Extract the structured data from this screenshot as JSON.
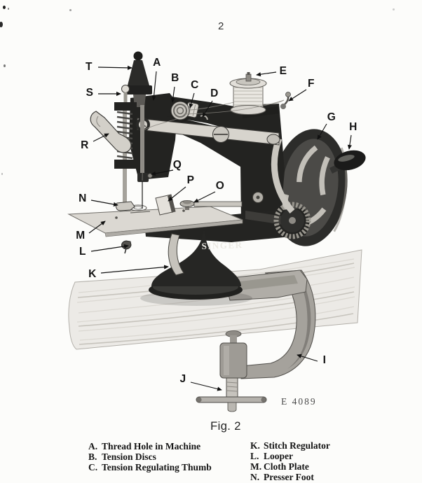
{
  "page": {
    "number": "2"
  },
  "figure": {
    "brand": "SINGER",
    "code": "E 4089",
    "caption": "Fig. 2"
  },
  "callouts": [
    {
      "letter": "T",
      "label": [
        127,
        96
      ],
      "from": [
        140,
        96
      ],
      "to": [
        188,
        97
      ]
    },
    {
      "letter": "S",
      "label": [
        128,
        133
      ],
      "from": [
        140,
        134
      ],
      "to": [
        172,
        134
      ]
    },
    {
      "letter": "A",
      "label": [
        224,
        90
      ],
      "from": [
        223,
        102
      ],
      "to": [
        219,
        143
      ]
    },
    {
      "letter": "B",
      "label": [
        250,
        112
      ],
      "from": [
        249,
        124
      ],
      "to": [
        246,
        146
      ]
    },
    {
      "letter": "C",
      "label": [
        278,
        122
      ],
      "from": [
        277,
        133
      ],
      "to": [
        271,
        154
      ]
    },
    {
      "letter": "D",
      "label": [
        306,
        134
      ],
      "from": [
        303,
        144
      ],
      "to": [
        289,
        167
      ]
    },
    {
      "letter": "E",
      "label": [
        404,
        102
      ],
      "from": [
        394,
        103
      ],
      "to": [
        366,
        107
      ]
    },
    {
      "letter": "F",
      "label": [
        444,
        120
      ],
      "from": [
        437,
        128
      ],
      "to": [
        412,
        144
      ]
    },
    {
      "letter": "G",
      "label": [
        473,
        168
      ],
      "from": [
        466,
        177
      ],
      "to": [
        453,
        199
      ]
    },
    {
      "letter": "H",
      "label": [
        504,
        182
      ],
      "from": [
        501,
        193
      ],
      "to": [
        498,
        213
      ]
    },
    {
      "letter": "R",
      "label": [
        121,
        208
      ],
      "from": [
        133,
        202
      ],
      "to": [
        155,
        191
      ]
    },
    {
      "letter": "Q",
      "label": [
        253,
        236
      ],
      "from": [
        247,
        243
      ],
      "to": [
        216,
        249
      ]
    },
    {
      "letter": "P",
      "label": [
        272,
        258
      ],
      "from": [
        265,
        267
      ],
      "to": [
        240,
        287
      ]
    },
    {
      "letter": "O",
      "label": [
        314,
        266
      ],
      "from": [
        307,
        274
      ],
      "to": [
        277,
        289
      ]
    },
    {
      "letter": "N",
      "label": [
        118,
        284
      ],
      "from": [
        130,
        286
      ],
      "to": [
        168,
        293
      ]
    },
    {
      "letter": "M",
      "label": [
        115,
        337
      ],
      "from": [
        127,
        333
      ],
      "to": [
        150,
        316
      ]
    },
    {
      "letter": "L",
      "label": [
        118,
        360
      ],
      "from": [
        130,
        359
      ],
      "to": [
        183,
        351
      ]
    },
    {
      "letter": "K",
      "label": [
        132,
        392
      ],
      "from": [
        144,
        390
      ],
      "to": [
        240,
        381
      ]
    },
    {
      "letter": "I",
      "label": [
        463,
        515
      ],
      "from": [
        453,
        516
      ],
      "to": [
        424,
        507
      ]
    },
    {
      "letter": "J",
      "label": [
        261,
        542
      ],
      "from": [
        272,
        546
      ],
      "to": [
        316,
        557
      ]
    }
  ],
  "legend": {
    "left": [
      {
        "letter": "A.",
        "text": "Thread Hole in Machine"
      },
      {
        "letter": "B.",
        "text": "Tension Discs"
      },
      {
        "letter": "C.",
        "text": "Tension Regulating Thumb"
      }
    ],
    "right": [
      {
        "letter": "K.",
        "text": "Stitch Regulator"
      },
      {
        "letter": "L.",
        "text": "Looper"
      },
      {
        "letter": "M.",
        "text": "Cloth Plate"
      },
      {
        "letter": "N.",
        "text": "Presser Foot"
      }
    ]
  }
}
